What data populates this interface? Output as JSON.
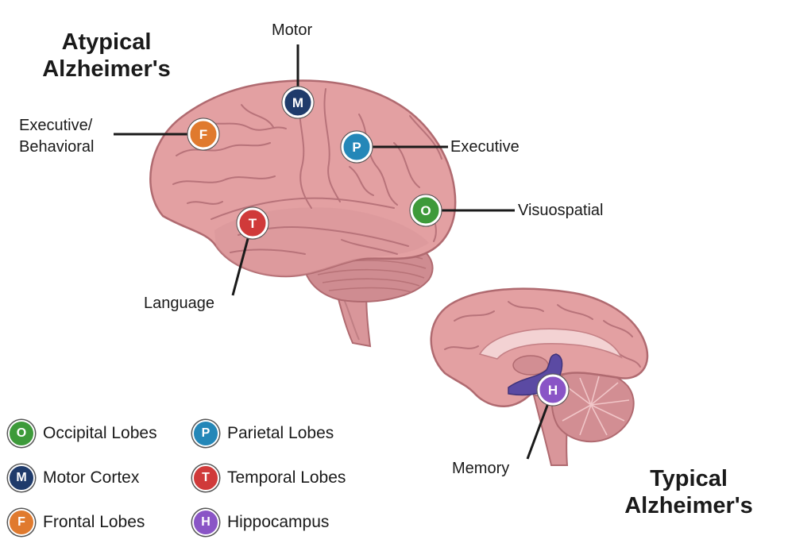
{
  "headings": {
    "atypical_line1": "Atypical",
    "atypical_line2": "Alzheimer's",
    "typical_line1": "Typical",
    "typical_line2": "Alzheimer's"
  },
  "markers": [
    {
      "id": "motor",
      "letter": "M",
      "color": "#1f3b6b",
      "label": "Motor"
    },
    {
      "id": "frontal",
      "letter": "F",
      "color": "#e07a2e",
      "label": "Executive/ Behavioral"
    },
    {
      "id": "parietal",
      "letter": "P",
      "color": "#2487b8",
      "label": "Executive"
    },
    {
      "id": "occipital",
      "letter": "O",
      "color": "#3d9a3a",
      "label": "Visuospatial"
    },
    {
      "id": "temporal",
      "letter": "T",
      "color": "#d03a3a",
      "label": "Language"
    },
    {
      "id": "hippo",
      "letter": "H",
      "color": "#8a55c6",
      "label": "Memory"
    }
  ],
  "labels": {
    "motor": "Motor",
    "exec_behav_line1": "Executive/",
    "exec_behav_line2": "Behavioral",
    "executive": "Executive",
    "visuospatial": "Visuospatial",
    "language": "Language",
    "memory": "Memory"
  },
  "legend": [
    {
      "letter": "O",
      "color": "#3d9a3a",
      "text": "Occipital Lobes"
    },
    {
      "letter": "P",
      "color": "#2487b8",
      "text": "Parietal Lobes"
    },
    {
      "letter": "M",
      "color": "#1f3b6b",
      "text": "Motor Cortex"
    },
    {
      "letter": "T",
      "color": "#d03a3a",
      "text": "Temporal Lobes"
    },
    {
      "letter": "F",
      "color": "#e07a2e",
      "text": "Frontal Lobes"
    },
    {
      "letter": "H",
      "color": "#8a55c6",
      "text": "Hippocampus"
    }
  ],
  "colors": {
    "brain_fill": "#e3a0a2",
    "brain_shade": "#c97e83",
    "brain_outline": "#b06a70",
    "hippocampus_fill": "#5b4aa3",
    "leader_line": "#1a1a1a"
  }
}
